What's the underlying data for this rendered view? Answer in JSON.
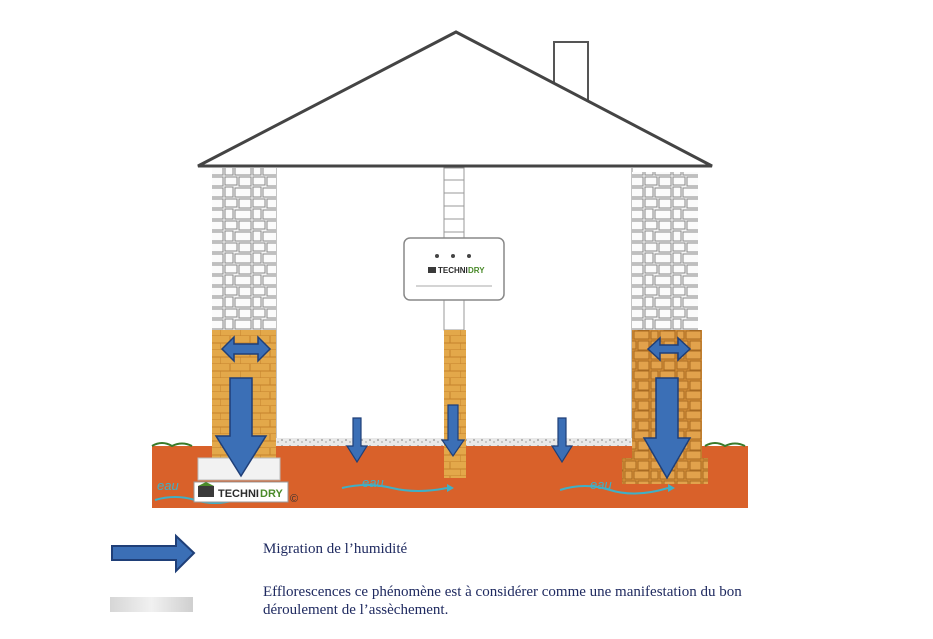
{
  "water_labels": [
    "eau",
    "eau",
    "eau"
  ],
  "brand": {
    "prefix": "TECHNI",
    "suffix": "DRY",
    "copyright": "©"
  },
  "legend": {
    "migration": "Migration de l’humidité",
    "efflorescence_line1": "Efflorescences  ce phénomène est à considérer comme une manifestation du bon",
    "efflorescence_line2": "déroulement de l’assèchement."
  },
  "colors": {
    "arrow_fill": "#3b6fb6",
    "arrow_stroke": "#1f3f78",
    "soil": "#d9612a",
    "brick": "#e3a84a",
    "water": "#3fb0c6",
    "brand_dark": "#2b2b2b",
    "brand_green": "#4a8a2a"
  }
}
